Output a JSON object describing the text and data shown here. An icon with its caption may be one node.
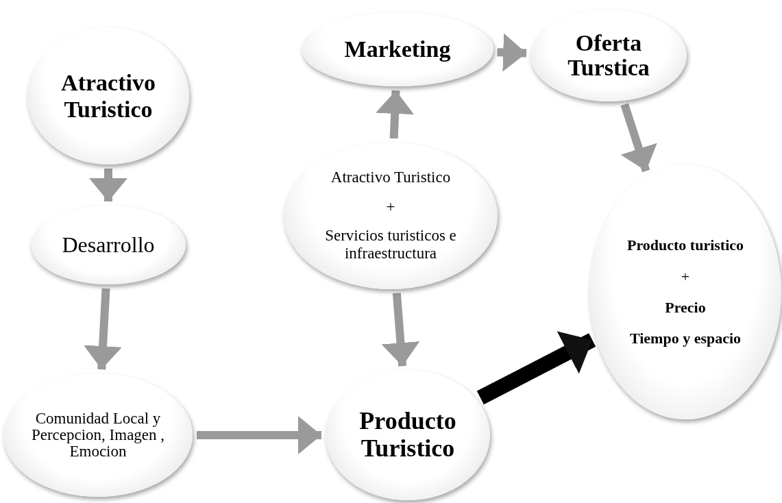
{
  "diagram": {
    "nodes": [
      {
        "text": [
          "Atractivo Turistico"
        ]
      },
      {
        "text": [
          "Desarrollo"
        ]
      },
      {
        "text": [
          "Comunidad Local y Percepcion, Imagen , Emocion"
        ]
      },
      {
        "text": [
          "Marketing"
        ]
      },
      {
        "text": [
          "Atractivo Turistico",
          "+",
          "Servicios turisticos e infraestructura"
        ]
      },
      {
        "text": [
          "Producto Turistico"
        ]
      },
      {
        "text": [
          "Oferta Turstica"
        ]
      },
      {
        "text": [
          "Producto turistico",
          "+",
          "Precio",
          "Tiempo y espacio"
        ]
      }
    ],
    "edges": [
      {
        "from": 0,
        "to": 1,
        "arrow": "to"
      },
      {
        "from": 1,
        "to": 2,
        "arrow": "to"
      },
      {
        "from": 2,
        "to": 5,
        "arrow": "to"
      },
      {
        "from": 4,
        "to": 3,
        "arrow": "to"
      },
      {
        "from": 4,
        "to": 5,
        "arrow": "to"
      },
      {
        "from": 3,
        "to": 6,
        "arrow": "to"
      },
      {
        "from": 6,
        "to": 7,
        "arrow": "to"
      },
      {
        "from": 5,
        "to": 7,
        "arrow": "to",
        "style": "thick",
        "color": "#000000"
      }
    ]
  }
}
